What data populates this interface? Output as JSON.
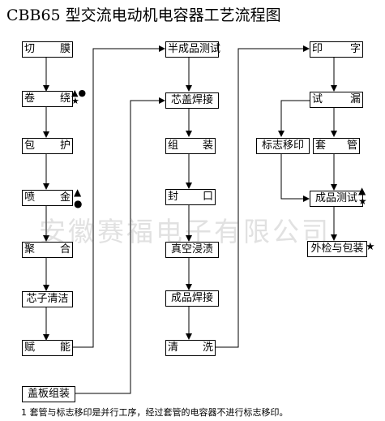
{
  "title": "CBB65 型交流电动机电容器工艺流程图",
  "watermark": "安徽赛福电子有限公司",
  "note": "1    套管与标志移印是并行工序，经过套管的电容器不进行标志移印。",
  "col1": [
    "切    膜",
    "卷    绕",
    "包    护",
    "喷    金",
    "聚    合",
    "芯子清洁",
    "赋    能",
    "盖板组装"
  ],
  "col2": [
    "半成品测试",
    "芯盖焊接",
    "组    装",
    "封    口",
    "真空浸渍",
    "成品焊接",
    "清    洗"
  ],
  "col3": [
    "印    字",
    "试    漏",
    "标志移印",
    "套    管",
    "成品测试",
    "外检与包装"
  ],
  "marks": {
    "triangle_circle_star": "▲●\n★",
    "triangle_circle": "▲\n●",
    "triangle_star": "▲\n★",
    "star": "★"
  }
}
